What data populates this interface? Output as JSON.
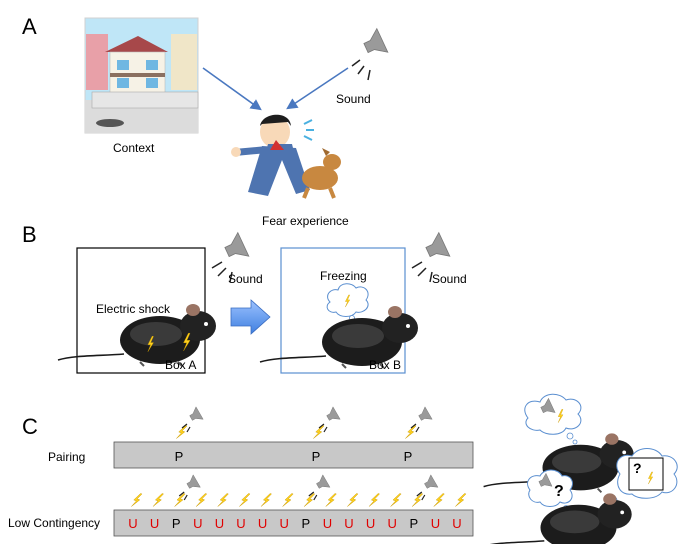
{
  "panel_a": {
    "letter": "A",
    "context_label": "Context",
    "sound_label": "Sound",
    "fear_label": "Fear experience"
  },
  "panel_b": {
    "letter": "B",
    "box_a": {
      "title": "Electric shock",
      "name": "Box A",
      "sound_label": "Sound"
    },
    "box_b": {
      "title": "Freezing",
      "name": "Box B",
      "sound_label": "Sound"
    }
  },
  "panel_c": {
    "letter": "C",
    "pairing": {
      "label": "Pairing",
      "events": [
        "P",
        "P",
        "P"
      ]
    },
    "low_contingency": {
      "label": "Low Contingency",
      "events": [
        "U",
        "U",
        "P",
        "U",
        "U",
        "U",
        "U",
        "U",
        "P",
        "U",
        "U",
        "U",
        "U",
        "P",
        "U",
        "U"
      ]
    },
    "question_mark": "?"
  },
  "colors": {
    "arrow": "#4a78c0",
    "event_bar": "#c8c8c8",
    "unpaired_letter": "#e00000",
    "lightning": "#ffd21e",
    "speaker": "#9a9a9a",
    "box_b_border": "#5b8fd0"
  }
}
